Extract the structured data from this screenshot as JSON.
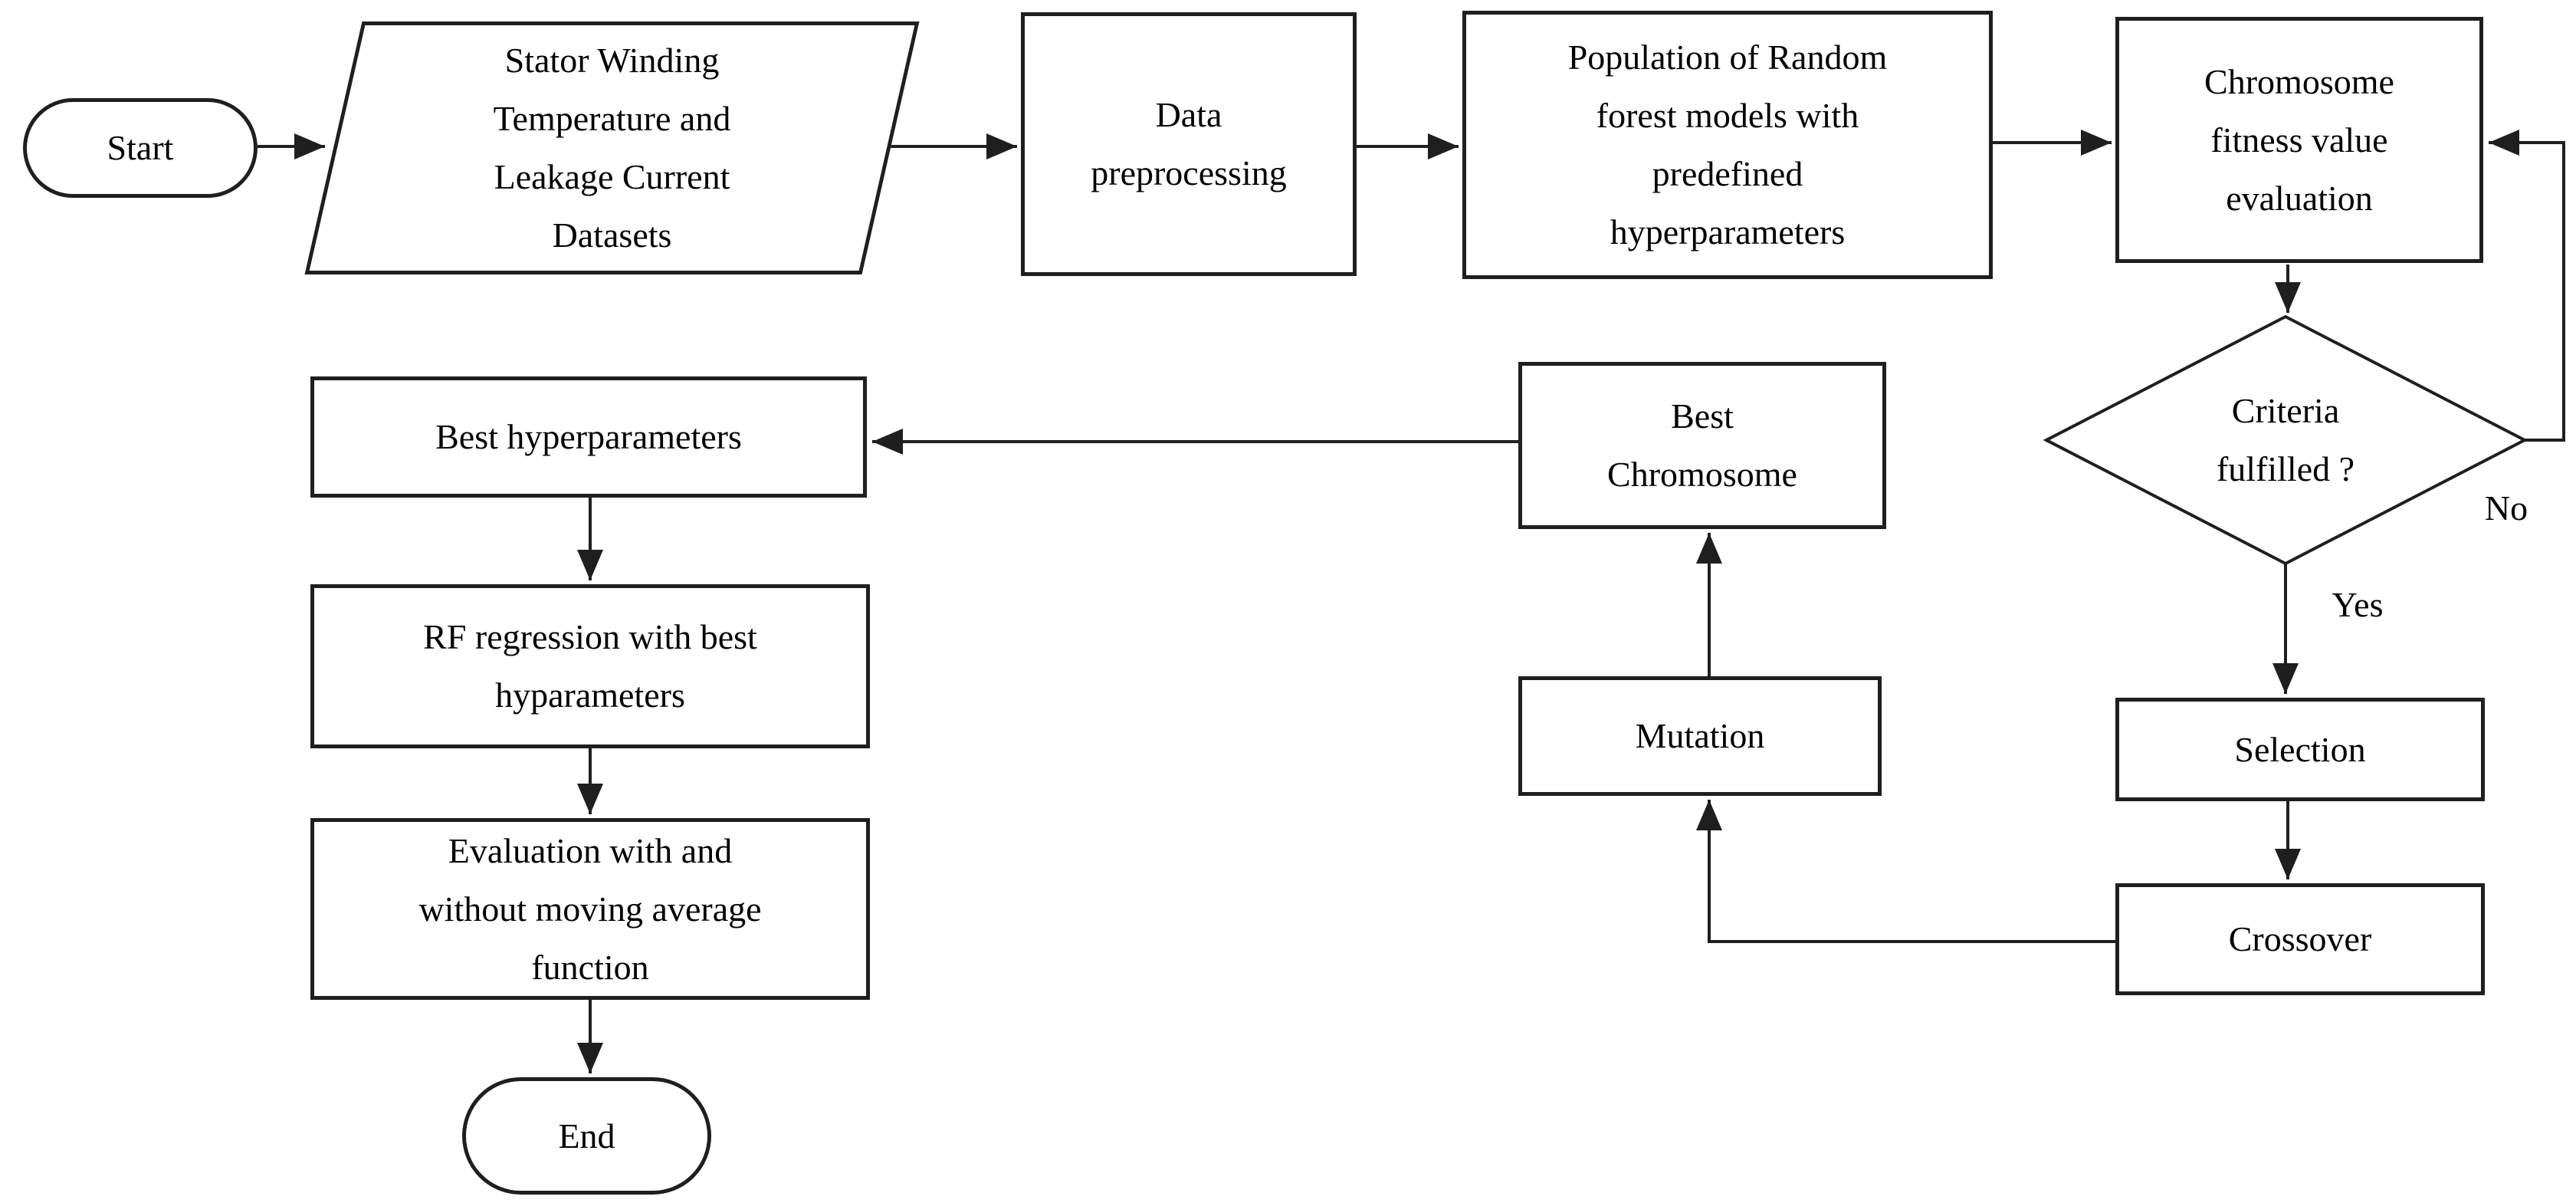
{
  "nodes": {
    "start": {
      "type": "terminator",
      "label": "Start"
    },
    "datasets": {
      "type": "data-parallelogram",
      "lines": [
        "Stator Winding",
        "Temperature and",
        "Leakage Current",
        "Datasets"
      ]
    },
    "preprocessing": {
      "type": "process",
      "lines": [
        "Data",
        "preprocessing"
      ]
    },
    "population": {
      "type": "process",
      "lines": [
        "Population of Random",
        "forest models with",
        "predefined",
        "hyperparameters"
      ]
    },
    "fitness": {
      "type": "process",
      "lines": [
        "Chromosome",
        "fitness value",
        "evaluation"
      ]
    },
    "criteria": {
      "type": "decision",
      "lines": [
        "Criteria",
        "fulfilled ?"
      ]
    },
    "selection": {
      "type": "process",
      "label": "Selection"
    },
    "crossover": {
      "type": "process",
      "label": "Crossover"
    },
    "mutation": {
      "type": "process",
      "label": "Mutation"
    },
    "best_chromosome": {
      "type": "process",
      "lines": [
        "Best",
        "Chromosome"
      ]
    },
    "best_hyperparameters": {
      "type": "process",
      "label": "Best hyperparameters"
    },
    "rf_regression": {
      "type": "process",
      "lines": [
        "RF regression with best",
        "hyparameters"
      ]
    },
    "evaluation": {
      "type": "process",
      "lines": [
        "Evaluation with and",
        "without moving average",
        "function"
      ]
    },
    "end": {
      "type": "terminator",
      "label": "End"
    }
  },
  "edge_labels": {
    "no": "No",
    "yes": "Yes"
  },
  "colors": {
    "line": "#1f1f1f",
    "text": "#000000",
    "background": "#ffffff"
  }
}
